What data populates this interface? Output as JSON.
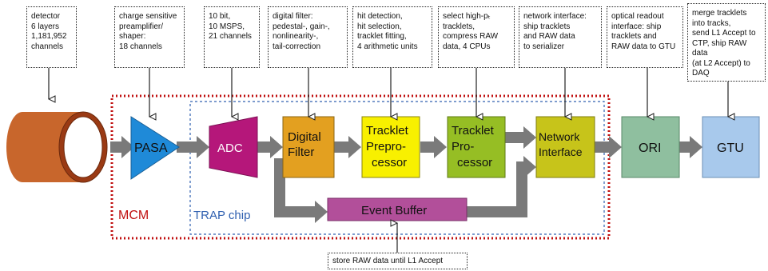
{
  "notes": {
    "detector": "detector\n6 layers\n1,181,952\nchannels",
    "pasa": "charge sensitive\npreamplifier/\nshaper:\n18 channels",
    "adc": "10 bit,\n10 MSPS,\n21 channels",
    "filter": "digital filter:\npedestal-,  gain-,\nnonlinearity-,\ntail-correction",
    "preproc": "hit detection,\nhit selection,\ntracklet fitting,\n4 arithmetic units",
    "proc": "select high-pₜ\ntracklets,\ncompress RAW\ndata, 4 CPUs",
    "netif": "network interface:\nship tracklets\nand RAW data\nto serializer",
    "ori": "optical readout\ninterface: ship\ntracklets and\nRAW data to GTU",
    "gtu": "merge tracklets\ninto tracks,\nsend L1 Accept to\nCTP, ship RAW data\n(at L2 Accept) to\nDAQ",
    "buffer": "store RAW data until L1 Accept"
  },
  "blocks": {
    "pasa": "PASA",
    "adc": "ADC",
    "filter": [
      "Digital",
      "Filter"
    ],
    "preproc": [
      "Tracklet",
      "Prepro-",
      "cessor"
    ],
    "proc": [
      "Tracklet",
      "Pro-",
      "cessor"
    ],
    "netif": [
      "Network",
      "Interface"
    ],
    "ori": "ORI",
    "gtu": "GTU",
    "buffer": "Event Buffer"
  },
  "regions": {
    "mcm": "MCM",
    "trap": "TRAP chip"
  },
  "colors": {
    "detector": "#c8662c",
    "detector_inner": "#9a3a14",
    "pasa": "#1f8ad8",
    "adc": "#b5177a",
    "filter": "#e3a020",
    "preproc": "#f8f000",
    "proc": "#96be24",
    "netif": "#c7c41a",
    "ori": "#8fbf9f",
    "gtu": "#a8c9ec",
    "buffer": "#b24f9a",
    "arrow": "#7a7a7a",
    "mcm_border": "#c01010",
    "trap_border": "#3060b0"
  }
}
